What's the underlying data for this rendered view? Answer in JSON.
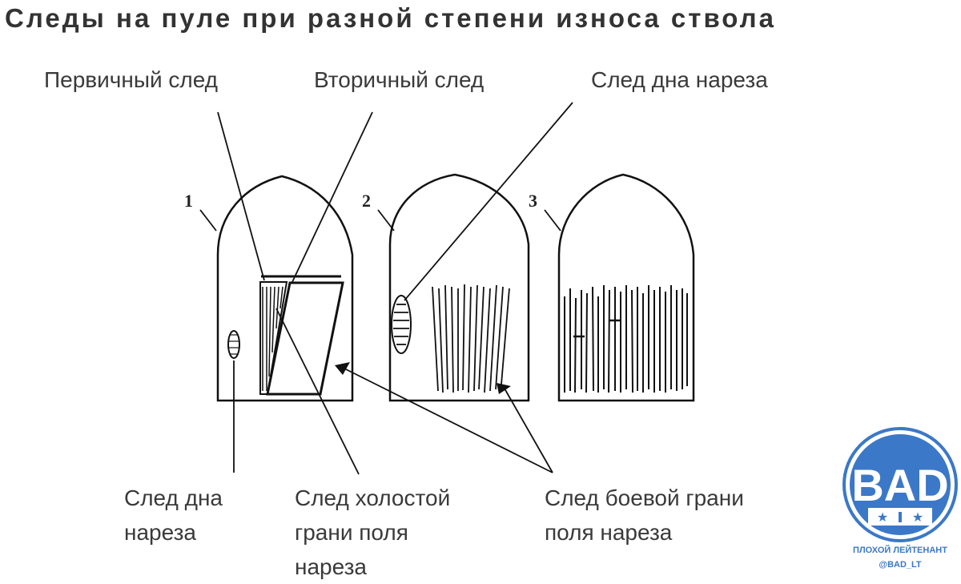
{
  "title": "Следы на пуле при разной степени износа ствола",
  "labels": {
    "primary_trace": "Первичный след",
    "secondary_trace": "Вторичный след",
    "groove_bottom_top": "След дна нареза",
    "groove_bottom_bottom": [
      "След дна",
      "нареза"
    ],
    "idle_edge": [
      "След холостой",
      "грани поля",
      "нареза"
    ],
    "combat_edge": [
      "След боевой грани",
      "поля нареза"
    ]
  },
  "bullet_numbers": [
    "1",
    "2",
    "3"
  ],
  "watermark": {
    "logo_text": "BAD",
    "caption": "ПЛОХОЙ ЛЕЙТЕНАНТ",
    "handle": "@BAD_LT"
  }
}
